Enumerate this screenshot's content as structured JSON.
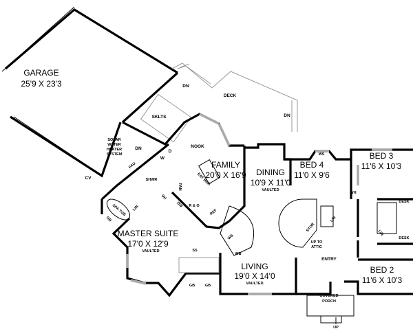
{
  "rooms": {
    "garage": {
      "name": "GARAGE",
      "size": "25'9 X 23'3"
    },
    "family": {
      "name": "FAMILY",
      "size": "20'0 X 16'9"
    },
    "dining": {
      "name": "DINING",
      "size": "10'9 X 11'0",
      "note": "VAULTED"
    },
    "bed4": {
      "name": "BED 4",
      "size": "11'0 X 9'6"
    },
    "bed3": {
      "name": "BED 3",
      "size": "11'6 X 10'3"
    },
    "bed2": {
      "name": "BED 2",
      "size": "11'6 X 10'3"
    },
    "master": {
      "name": "MASTER SUITE",
      "size": "17'0 X 12'9",
      "note": "VAULTED"
    },
    "living": {
      "name": "LIVING",
      "size": "19'0 X 14'0",
      "note": "VAULTED"
    },
    "nook": {
      "name": "NOOK"
    },
    "entry": {
      "name": "ENTRY"
    },
    "deck": {
      "name": "DECK"
    },
    "porch": {
      "line1": "COVERED",
      "line2": "PORCH"
    }
  },
  "labels": {
    "sklts": "SKLTS",
    "dn": "DN",
    "solar": [
      "SOLAR",
      "WATER",
      "HEATER",
      "SYSTEM"
    ],
    "cv": "CV",
    "fau": "FAU",
    "w": "W",
    "d": "D",
    "shwr": "SHWR",
    "pan": "PAN",
    "eat_bar": "EAT BAR",
    "sh": "SH",
    "dw": "DW",
    "r_o": "R & O",
    "ref": "REF",
    "spa_tub": "SPA TUB",
    "lin": "LIN",
    "gb": "GB",
    "ss": "SS",
    "wb": "WB",
    "ws": "WS",
    "wh": "WH",
    "desk": "DESK",
    "stor": "STOR",
    "up_to_attic": [
      "UP TO",
      "ATTIC"
    ],
    "up": "UP"
  }
}
